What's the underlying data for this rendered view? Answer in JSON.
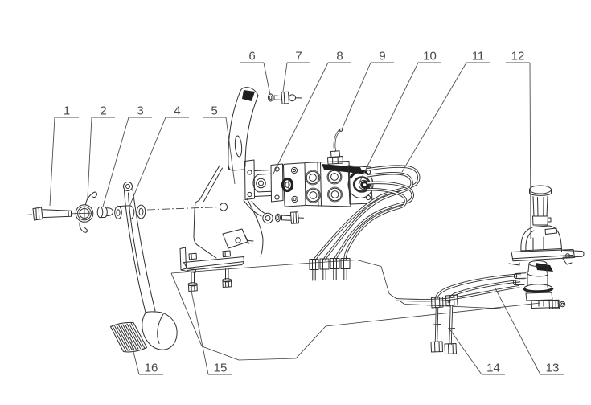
{
  "diagram": {
    "type": "exploded-parts-line-drawing",
    "background": "#ffffff",
    "line_color": "#2e2e2e",
    "label_color": "#4a4a4a",
    "callouts": [
      {
        "number": "1"
      },
      {
        "number": "2"
      },
      {
        "number": "3"
      },
      {
        "number": "4"
      },
      {
        "number": "5"
      },
      {
        "number": "6"
      },
      {
        "number": "7"
      },
      {
        "number": "8"
      },
      {
        "number": "9"
      },
      {
        "number": "10"
      },
      {
        "number": "11"
      },
      {
        "number": "12"
      },
      {
        "number": "13"
      },
      {
        "number": "14"
      },
      {
        "number": "15"
      },
      {
        "number": "16"
      }
    ]
  }
}
